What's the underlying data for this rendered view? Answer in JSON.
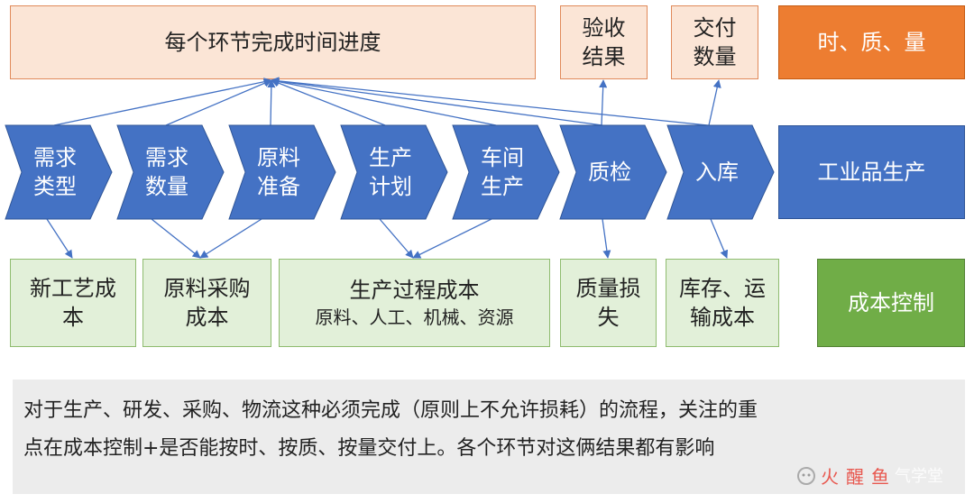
{
  "top": {
    "progress_box": "每个环节完成时间进度",
    "acceptance_box": "验收\n结果",
    "delivery_box": "交付\n数量",
    "dimensions_box": "时、质、量"
  },
  "process": {
    "steps": [
      "需求\n类型",
      "需求\n数量",
      "原料\n准备",
      "生产\n计划",
      "车间\n生产",
      "质检",
      "入库"
    ],
    "title": "工业品生产"
  },
  "costs": {
    "items": [
      {
        "label": "新工艺成\n本"
      },
      {
        "label": "原料采购\n成本"
      },
      {
        "label": "生产过程成本",
        "sub": "原料、人工、机械、资源"
      },
      {
        "label": "质量损\n失"
      },
      {
        "label": "库存、运\n输成本"
      }
    ],
    "title": "成本控制"
  },
  "note": {
    "line1": "对于生产、研发、采购、物流这种必须完成（原则上不允许损耗）的流程，关注的重",
    "line2": "点在成本控制+是否能按时、按质、按量交付上。各个环节对这俩结果都有影响"
  },
  "watermark": "气学堂",
  "colors": {
    "blue": "#4472c4",
    "peach": "#fbe5d6",
    "orange": "#ed7d31",
    "green_light": "#e2f0d9",
    "green": "#70ad47"
  }
}
